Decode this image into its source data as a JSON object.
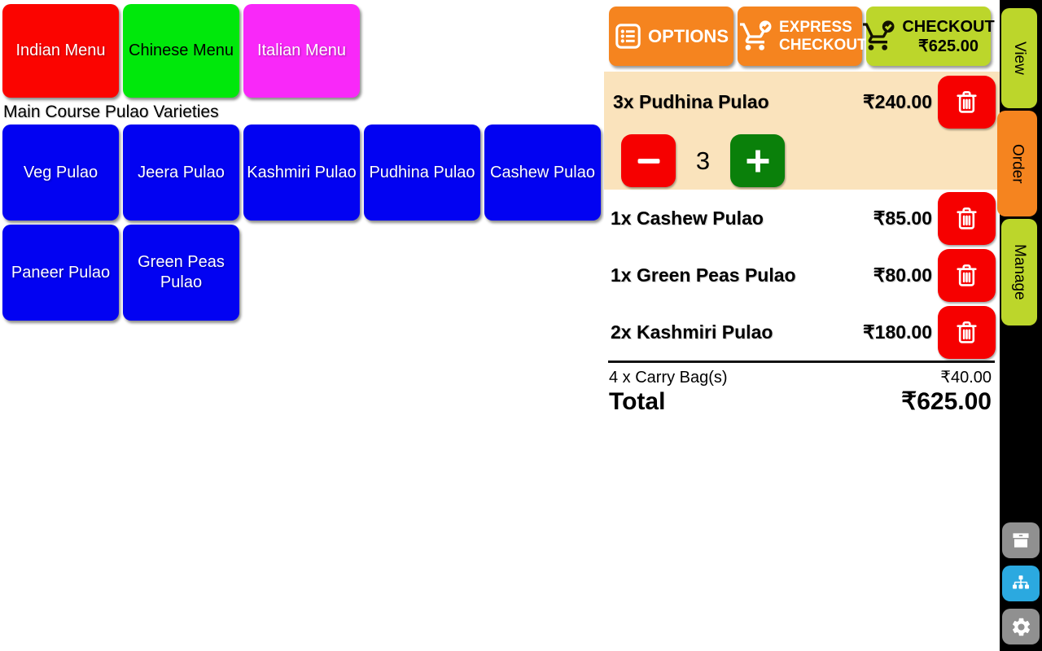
{
  "menu_tabs": [
    {
      "label": "Indian Menu",
      "bg": "#FB0400",
      "text_color": "#FFFFFF"
    },
    {
      "label": "Chinese Menu",
      "bg": "#00E80B",
      "text_color": "#000000"
    },
    {
      "label": "Italian Menu",
      "bg": "#F928F9",
      "text_color": "#FFFFFF"
    }
  ],
  "category_label": "Main Course Pulao Varieties",
  "item_buttons": [
    "Veg Pulao",
    "Jeera Pulao",
    "Kashmiri Pulao",
    "Pudhina Pulao",
    "Cashew Pulao",
    "Paneer Pulao",
    "Green Peas Pulao"
  ],
  "item_button_color": "#0202F2",
  "order_panel": {
    "options_button": "OPTIONS",
    "express_checkout_button": "EXPRESS CHECKOUT",
    "checkout_button": {
      "label": "CHECKOUT",
      "amount": "₹625.00"
    },
    "selected_item": {
      "label": "3x Pudhina Pulao",
      "price": "₹240.00",
      "quantity": "3"
    },
    "items": [
      {
        "label": "1x Cashew Pulao",
        "price": "₹85.00"
      },
      {
        "label": "1x Green Peas Pulao",
        "price": "₹80.00"
      },
      {
        "label": "2x Kashmiri Pulao",
        "price": "₹180.00"
      }
    ],
    "carry_bags": {
      "label": "4 x Carry Bag(s)",
      "price": "₹40.00"
    },
    "total": {
      "label": "Total",
      "price": "₹625.00"
    }
  },
  "side_tabs": [
    {
      "label": "View",
      "active": false
    },
    {
      "label": "Order",
      "active": true
    },
    {
      "label": "Manage",
      "active": false
    }
  ],
  "icons": {
    "options": "list-icon",
    "express_checkout": "cart-check-icon",
    "checkout": "cart-check-icon",
    "delete": "trash-icon",
    "decrease": "minus-icon",
    "increase": "plus-icon",
    "strip": [
      "box-icon",
      "sitemap-icon",
      "gear-icon"
    ]
  },
  "colors": {
    "accent_orange": "#F5841F",
    "accent_lime": "#BCD62B",
    "selected_item_bg": "#FAE3BC",
    "delete_red": "#F60000",
    "plus_green": "#0A800A",
    "strip_bg": "#000000",
    "strip_icon_gray": "#909090",
    "strip_icon_blue": "#2BA9E0"
  }
}
